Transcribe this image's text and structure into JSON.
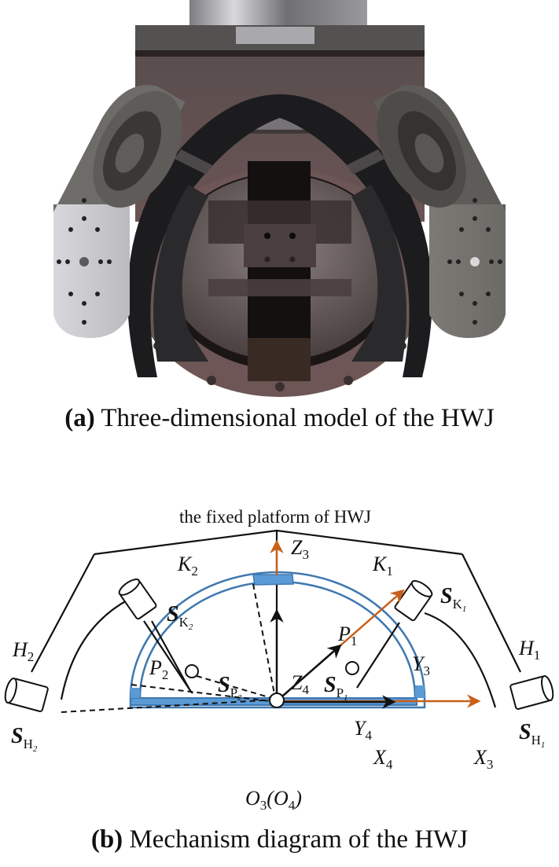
{
  "figure": {
    "panel_a": {
      "label": "(a)",
      "caption": " Three-dimensional model of the HWJ"
    },
    "panel_b": {
      "label": "(b)",
      "caption": " Mechanism diagram of the HWJ",
      "platform_label": "the fixed platform of HWJ",
      "origin_label": "O",
      "origin_sub": "3",
      "origin_paren_label": "(O",
      "origin_paren_sub": "4",
      "origin_close": ")",
      "joints": {
        "K1": {
          "base": "K",
          "sub": "1"
        },
        "K2": {
          "base": "K",
          "sub": "2"
        },
        "H1": {
          "base": "H",
          "sub": "1"
        },
        "H2": {
          "base": "H",
          "sub": "2"
        },
        "P1": {
          "base": "P",
          "sub": "1"
        },
        "P2": {
          "base": "P",
          "sub": "2"
        }
      },
      "screws": {
        "SK1": {
          "base": "S",
          "sub": "K",
          "subsub": "1"
        },
        "SK2": {
          "base": "S",
          "sub": "K",
          "subsub": "2"
        },
        "SH1": {
          "base": "S",
          "sub": "H",
          "subsub": "1"
        },
        "SH2": {
          "base": "S",
          "sub": "H",
          "subsub": "2"
        },
        "SP1": {
          "base": "S",
          "sub": "P",
          "subsub": "1"
        },
        "SP2": {
          "base": "S",
          "sub": "P",
          "subsub": "2"
        }
      },
      "axes": {
        "X3": {
          "base": "X",
          "sub": "3"
        },
        "Y3": {
          "base": "Y",
          "sub": "3"
        },
        "Z3": {
          "base": "Z",
          "sub": "3"
        },
        "X4": {
          "base": "X",
          "sub": "4"
        },
        "Y4": {
          "base": "Y",
          "sub": "4"
        },
        "Z4": {
          "base": "Z",
          "sub": "4"
        }
      },
      "colors": {
        "frame3_axes": "#c8601a",
        "frame4_axes": "#111111",
        "ring": "#3f78b0",
        "ring_fill": "#5b9bd5",
        "links": "#111111"
      }
    }
  }
}
